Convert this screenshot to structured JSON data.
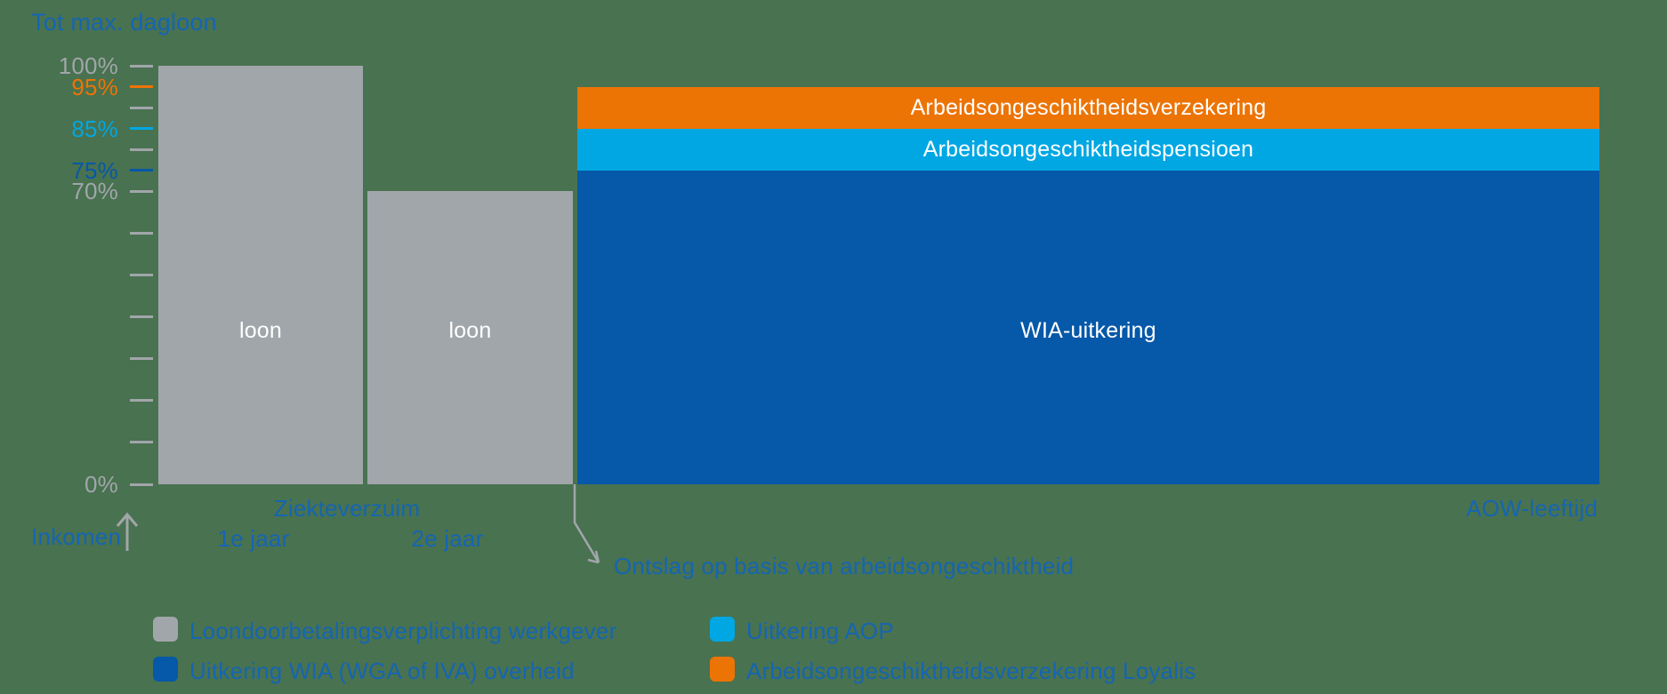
{
  "colors": {
    "background": "#497250",
    "gray": "#A1A6AA",
    "darkblue": "#0658A8",
    "lightblue": "#00A7E3",
    "orange": "#EC7405",
    "text_blue": "#1565B2",
    "bar_label_white": "#FFFFFF"
  },
  "chart_data": {
    "type": "bar",
    "title": "Tot max. dagloon",
    "y_axis": {
      "unit": "%",
      "range": [
        0,
        100
      ],
      "grid": false,
      "ticks": [
        {
          "pct": 100,
          "label": "100%",
          "color_key": "gray"
        },
        {
          "pct": 95,
          "label": "95%",
          "color_key": "orange"
        },
        {
          "pct": 90,
          "label": "",
          "color_key": "gray"
        },
        {
          "pct": 85,
          "label": "85%",
          "color_key": "lightblue"
        },
        {
          "pct": 80,
          "label": "",
          "color_key": "gray"
        },
        {
          "pct": 75,
          "label": "75%",
          "color_key": "darkblue"
        },
        {
          "pct": 70,
          "label": "70%",
          "color_key": "gray"
        },
        {
          "pct": 60,
          "label": "",
          "color_key": "gray"
        },
        {
          "pct": 50,
          "label": "",
          "color_key": "gray"
        },
        {
          "pct": 40,
          "label": "",
          "color_key": "gray"
        },
        {
          "pct": 30,
          "label": "",
          "color_key": "gray"
        },
        {
          "pct": 20,
          "label": "",
          "color_key": "gray"
        },
        {
          "pct": 10,
          "label": "",
          "color_key": "gray"
        },
        {
          "pct": 0,
          "label": "0%",
          "color_key": "gray"
        }
      ]
    },
    "x_axis": {
      "group_label": "Ziekteverzuim",
      "labels": [
        "1e jaar",
        "2e jaar"
      ],
      "right_label": "AOW-leeftijd",
      "axis_title": "Inkomen"
    },
    "columns": [
      {
        "id": "ziekteverzuim-1e-jaar",
        "segments": [
          {
            "label": "loon",
            "from": 0,
            "to": 100,
            "color": "gray"
          }
        ]
      },
      {
        "id": "ziekteverzuim-2e-jaar",
        "segments": [
          {
            "label": "loon",
            "from": 0,
            "to": 70,
            "color": "gray"
          }
        ]
      },
      {
        "id": "arbeidsongeschiktheid-tot-aow",
        "segments": [
          {
            "label": "WIA-uitkering",
            "from": 0,
            "to": 75,
            "color": "darkblue"
          },
          {
            "label": "Arbeidsongeschiktheidspensioen",
            "from": 75,
            "to": 85,
            "color": "lightblue"
          },
          {
            "label": "Arbeidsongeschiktheidsverzekering",
            "from": 85,
            "to": 95,
            "color": "orange"
          }
        ]
      }
    ],
    "annotations": [
      {
        "text": "Ontslag op basis van arbeidsongeschiktheid",
        "arrow": "from gap between 2e jaar bar and WIA bar down to text"
      }
    ],
    "legend_position": "bottom"
  },
  "legend": {
    "items": [
      {
        "label": "Loondoorbetalingsverplichting werkgever",
        "color": "gray"
      },
      {
        "label": "Uitkering AOP",
        "color": "lightblue"
      },
      {
        "label": "Uitkering WIA (WGA of IVA) overheid",
        "color": "darkblue"
      },
      {
        "label": "Arbeidsongeschiktheidsverzekering Loyalis",
        "color": "orange"
      }
    ]
  }
}
